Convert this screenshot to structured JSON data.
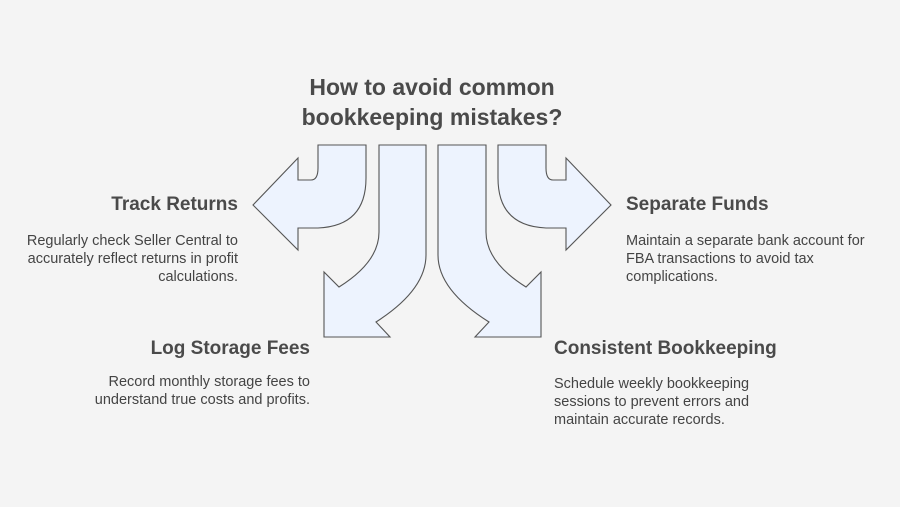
{
  "title": "How to avoid common bookkeeping mistakes?",
  "colors": {
    "arrow_fill": "#edf3fe",
    "arrow_stroke": "#555555",
    "background": "#f4f4f4",
    "text": "#444444"
  },
  "items": {
    "track_returns": {
      "heading": "Track Returns",
      "description": "Regularly check Seller Central to accurately reflect returns in profit calculations."
    },
    "log_storage_fees": {
      "heading": "Log Storage Fees",
      "description": "Record monthly storage fees to understand true costs and profits."
    },
    "separate_funds": {
      "heading": "Separate Funds",
      "description": "Maintain a separate bank account for FBA transactions to avoid tax complications."
    },
    "consistent_bookkeeping": {
      "heading": "Consistent Bookkeeping",
      "description": "Schedule weekly bookkeeping sessions to prevent errors and maintain accurate records."
    }
  }
}
